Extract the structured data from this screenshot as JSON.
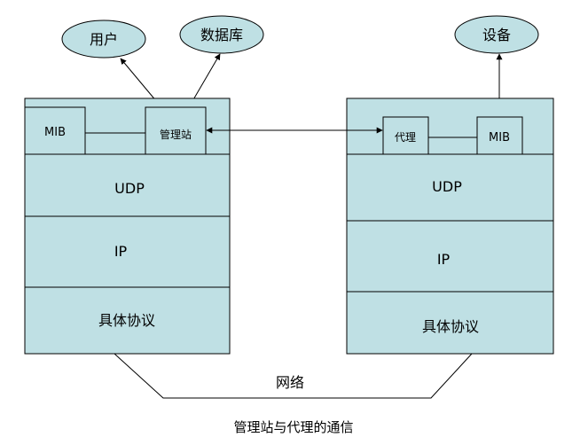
{
  "nodes": {
    "user": "用户",
    "database": "数据库",
    "device": "设备"
  },
  "left_stack": {
    "mib": "MIB",
    "manager": "管理站",
    "udp": "UDP",
    "ip": "IP",
    "protocol": "具体协议"
  },
  "right_stack": {
    "agent": "代理",
    "mib": "MIB",
    "udp": "UDP",
    "ip": "IP",
    "protocol": "具体协议"
  },
  "network_label": "网络",
  "caption": "管理站与代理的通信"
}
